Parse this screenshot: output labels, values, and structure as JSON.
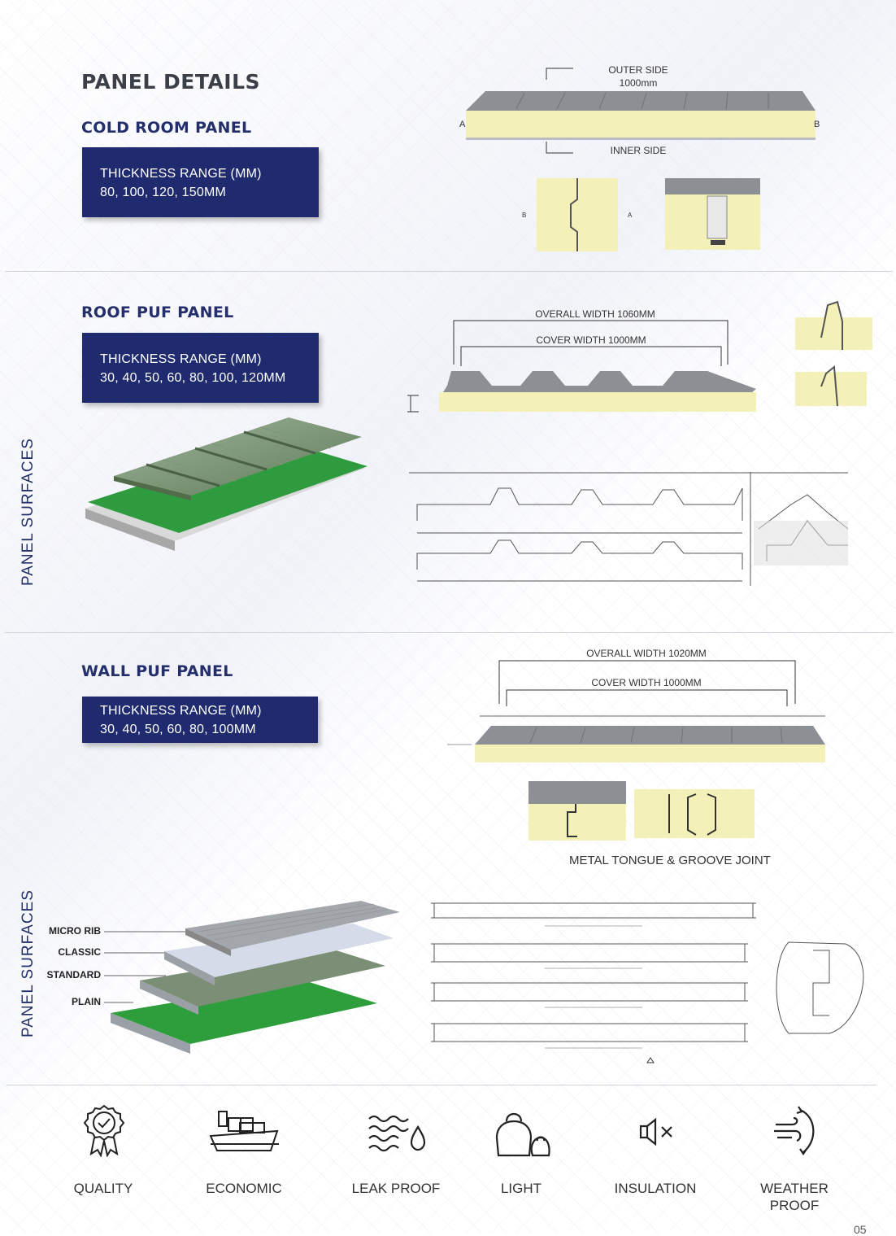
{
  "heading": "PANEL DETAILS",
  "cold_room": {
    "title": "COLD ROOM PANEL",
    "thickness_label": "THICKNESS RANGE (MM)",
    "thickness_values": "80, 100, 120, 150MM",
    "diagram": {
      "outer_side": "OUTER SIDE",
      "width": "1000mm",
      "inner_side": "INNER SIDE",
      "label_a": "A",
      "label_b": "B"
    }
  },
  "roof": {
    "title": "ROOF PUF PANEL",
    "thickness_label": "THICKNESS RANGE (MM)",
    "thickness_values": "30, 40, 50, 60, 80, 100, 120MM",
    "overall_width": "OVERALL WIDTH 1060MM",
    "cover_width": "COVER WIDTH 1000MM",
    "side_label": "PANEL SURFACES"
  },
  "wall": {
    "title": "WALL PUF PANEL",
    "thickness_label": "THICKNESS RANGE (MM)",
    "thickness_values": "30, 40, 50, 60, 80, 100MM",
    "overall_width": "OVERALL WIDTH 1020MM",
    "cover_width": "COVER WIDTH 1000MM",
    "joint_caption": "METAL TONGUE & GROOVE JOINT",
    "side_label": "PANEL SURFACES",
    "surface_layers": [
      "MICRO RIB",
      "CLASSIC",
      "STANDARD",
      "PLAIN"
    ]
  },
  "features": [
    {
      "label": "QUALITY",
      "icon": "quality-badge-icon"
    },
    {
      "label": "ECONOMIC",
      "icon": "cargo-ship-icon"
    },
    {
      "label": "LEAK PROOF",
      "icon": "water-drop-icon"
    },
    {
      "label": "LIGHT",
      "icon": "weight-icon"
    },
    {
      "label": "INSULATION",
      "icon": "mute-speaker-icon"
    },
    {
      "label": "WEATHER PROOF",
      "icon": "wind-icon"
    }
  ],
  "page_number": "05",
  "colors": {
    "navy": "#1f2b6e",
    "foam": "#f3f0b8",
    "steel": "#8c8f94",
    "green": "#2e9e3c"
  }
}
